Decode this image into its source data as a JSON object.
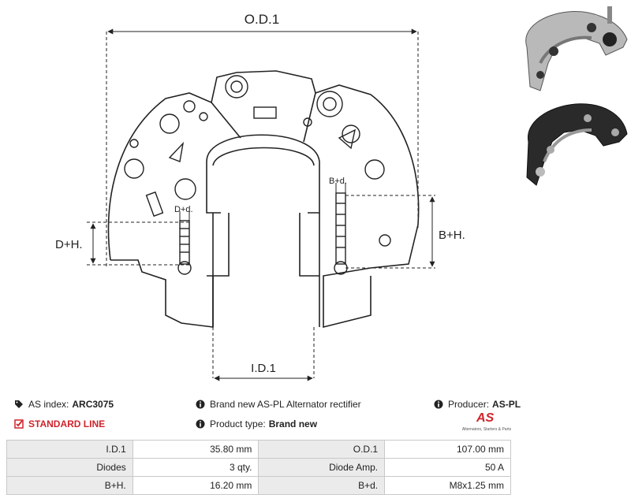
{
  "drawing": {
    "od_label": "O.D.1",
    "id_label": "I.D.1",
    "dh_label": "D+H.",
    "bh_label": "B+H.",
    "bd_label": "B+d.",
    "dd_label": "D+d."
  },
  "info": {
    "as_index_label": "AS index:",
    "as_index_value": "ARC3075",
    "line_label": "STANDARD LINE",
    "description": "Brand new AS-PL Alternator rectifier",
    "product_type_label": "Product type:",
    "product_type_value": "Brand new",
    "producer_label": "Producer:",
    "producer_value": "AS-PL",
    "logo_text": "AS",
    "logo_caption": "Alternators, Starters & Parts"
  },
  "specs": [
    {
      "k1": "I.D.1",
      "v1": "35.80 mm",
      "k2": "O.D.1",
      "v2": "107.00 mm"
    },
    {
      "k1": "Diodes",
      "v1": "3 qty.",
      "k2": "Diode Amp.",
      "v2": "50 A"
    },
    {
      "k1": "B+H.",
      "v1": "16.20 mm",
      "k2": "B+d.",
      "v2": "M8x1.25 mm"
    }
  ],
  "colors": {
    "accent_red": "#d0242b",
    "table_key_bg": "#ebebeb",
    "line": "#222222"
  }
}
